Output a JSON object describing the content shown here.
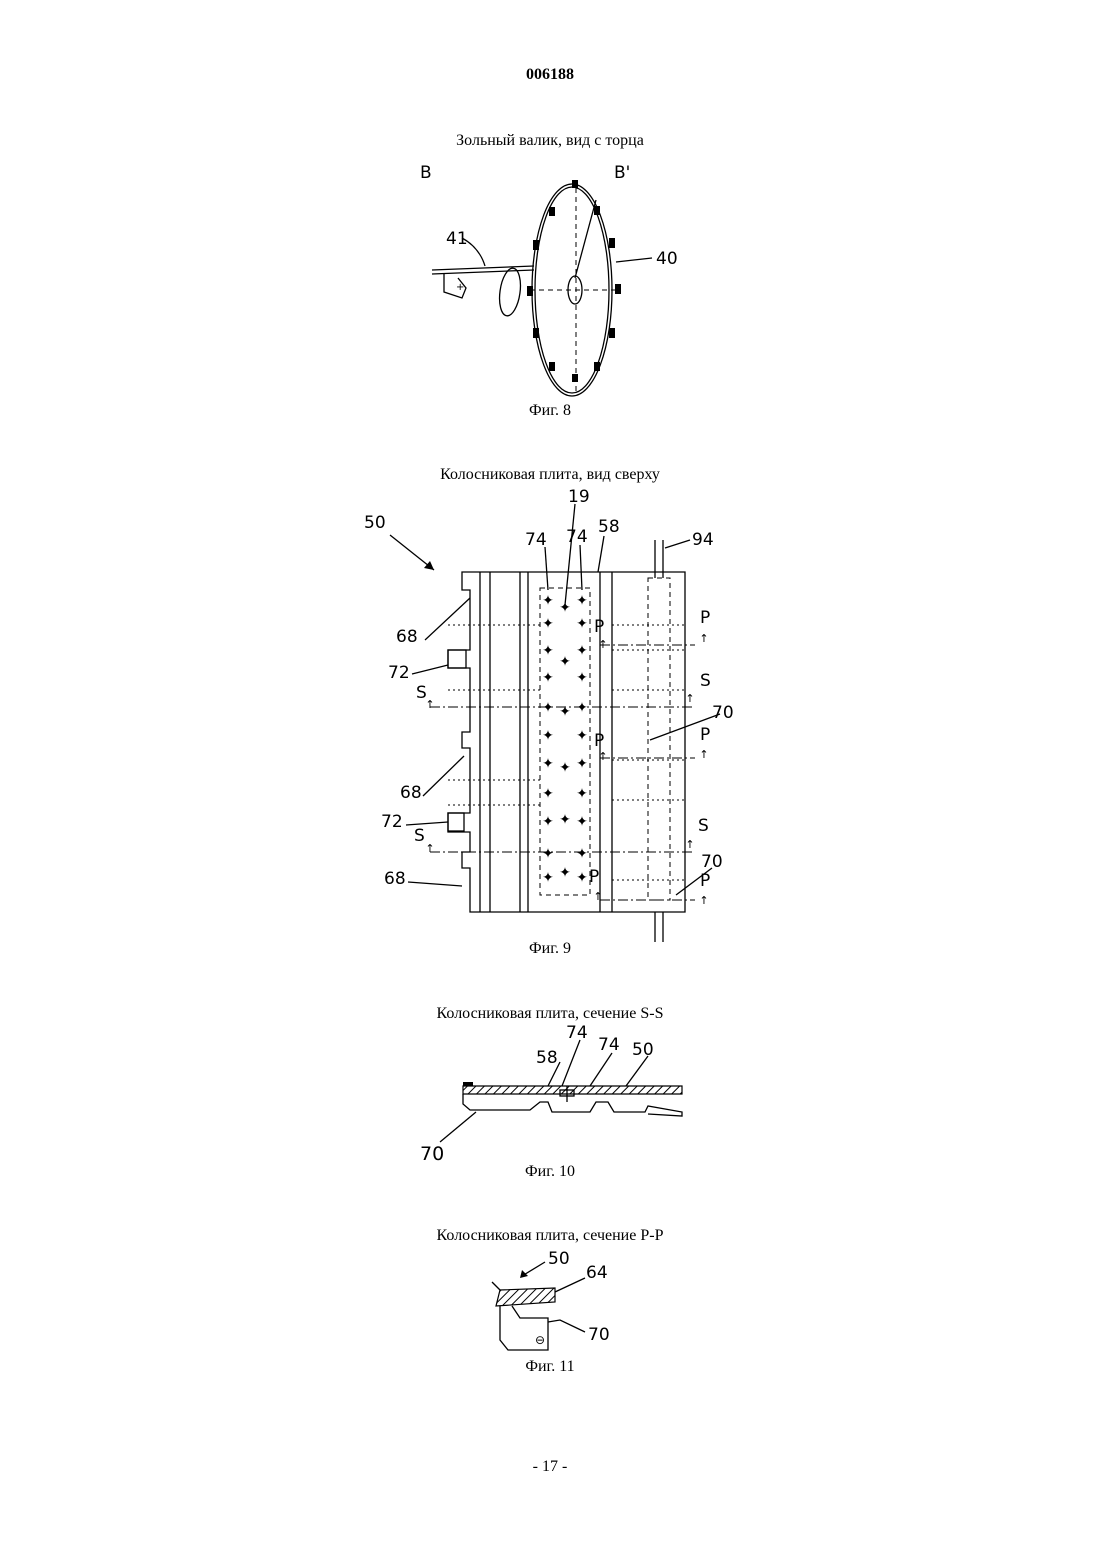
{
  "header": {
    "page_number": "006188"
  },
  "figures": [
    {
      "title": "Зольный валик, вид с торца",
      "caption": "Фиг. 8",
      "labels": {
        "b_left": "B",
        "b_right": "B'",
        "lever": "41",
        "wheel": "40"
      }
    },
    {
      "title": "Колосниковая плита, вид сверху",
      "caption": "Фиг. 9",
      "labels": {
        "plate": "50",
        "center": "19",
        "hole_a": "74",
        "hole_b": "74",
        "strip": "58",
        "rod": "94",
        "notch_1": "68",
        "notch_2": "68",
        "notch_3": "68",
        "tab_1": "72",
        "tab_2": "72",
        "section_s": "S",
        "section_p": "P",
        "hook_1": "70",
        "hook_2": "70"
      }
    },
    {
      "title": "Колосниковая плита, сечение S-S",
      "caption": "Фиг. 10",
      "labels": {
        "strip": "58",
        "hole_a": "74",
        "hole_b": "74",
        "plate": "50",
        "hook": "70"
      }
    },
    {
      "title": "Колосниковая плита, сечение Р-Р",
      "caption": "Фиг. 11",
      "labels": {
        "plate": "50",
        "edge": "64",
        "hook": "70"
      }
    }
  ],
  "footer": {
    "page_label": "- 17 -"
  }
}
